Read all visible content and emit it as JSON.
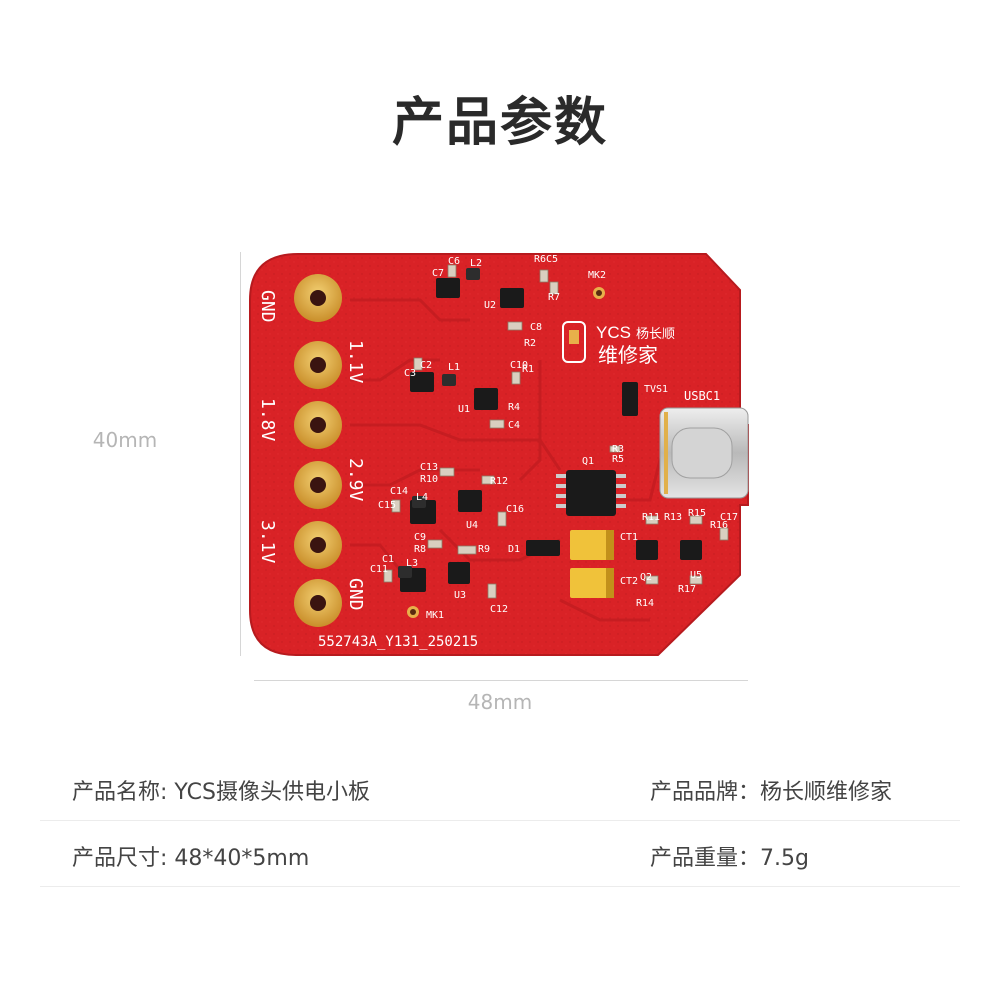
{
  "title": "产品参数",
  "dimensions": {
    "height": "40mm",
    "width": "48mm"
  },
  "board": {
    "pads": [
      "GND",
      "1.1V",
      "1.8V",
      "2.9V",
      "3.1V",
      "GND"
    ],
    "logo": {
      "brand": "YCS",
      "name_small": "杨长顺",
      "name_large": "维修家"
    },
    "part_number": "552743A_Y131_250215",
    "connector_label": "USBC1",
    "components": [
      "C6",
      "C7",
      "L2",
      "C5",
      "R6",
      "R7",
      "U2",
      "MK2",
      "C8",
      "R2",
      "C2",
      "C3",
      "L1",
      "U1",
      "C10",
      "R1",
      "R4",
      "C4",
      "TVS1",
      "R3",
      "R5",
      "Q1",
      "C13",
      "R10",
      "R12",
      "C14",
      "C15",
      "L4",
      "U4",
      "C16",
      "C9",
      "R8",
      "R9",
      "D1",
      "CT1",
      "R11",
      "R13",
      "R15",
      "R16",
      "C17",
      "U5",
      "C11",
      "C1",
      "L3",
      "U3",
      "C12",
      "MK1",
      "Q2",
      "R14",
      "R17",
      "CT2"
    ]
  },
  "specs": [
    {
      "label": "产品名称",
      "value": "YCS摄像头供电小板"
    },
    {
      "label": "产品品牌",
      "value": "杨长顺维修家"
    },
    {
      "label": "产品尺寸",
      "value": "48*40*5mm"
    },
    {
      "label": "产品重量",
      "value": "7.5g"
    }
  ],
  "colors": {
    "pcb": "#d92226",
    "pcb_dark": "#b71a1e",
    "gold": "#d8a23c",
    "text": "#444444"
  }
}
